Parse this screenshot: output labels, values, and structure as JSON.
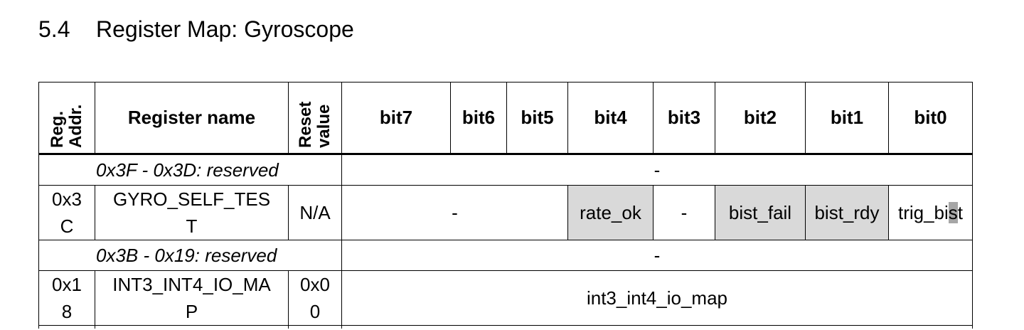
{
  "section": {
    "number": "5.4",
    "title": "Register Map: Gyroscope"
  },
  "table": {
    "headers": {
      "reg_addr": "Reg.\nAddr.",
      "register_name": "Register name",
      "reset_value": "Reset\nvalue",
      "bits": [
        "bit7",
        "bit6",
        "bit5",
        "bit4",
        "bit3",
        "bit2",
        "bit1",
        "bit0"
      ]
    },
    "rows": [
      {
        "kind": "reserved",
        "label": "0x3F - 0x3D: reserved",
        "content": "-"
      },
      {
        "kind": "register",
        "addr": "0x3\nC",
        "name": "GYRO_SELF_TES\nT",
        "reset": "N/A",
        "bits_7_5": "-",
        "bit4": "rate_ok",
        "bit3": "-",
        "bit2": "bist_fail",
        "bit1": "bist_rdy",
        "bit0_prefix": "trig_bi",
        "bit0_highlight": "s",
        "bit0_suffix": "t"
      },
      {
        "kind": "reserved",
        "label": "0x3B - 0x19: reserved",
        "content": "-"
      },
      {
        "kind": "register",
        "addr": "0x1\n8",
        "name": "INT3_INT4_IO_MA\nP",
        "reset": "0x0\n0",
        "content": "int3_int4_io_map"
      }
    ]
  },
  "colors": {
    "shaded_cell": "#d9d9d9",
    "highlight": "#a6a6a6",
    "border": "#000000"
  }
}
